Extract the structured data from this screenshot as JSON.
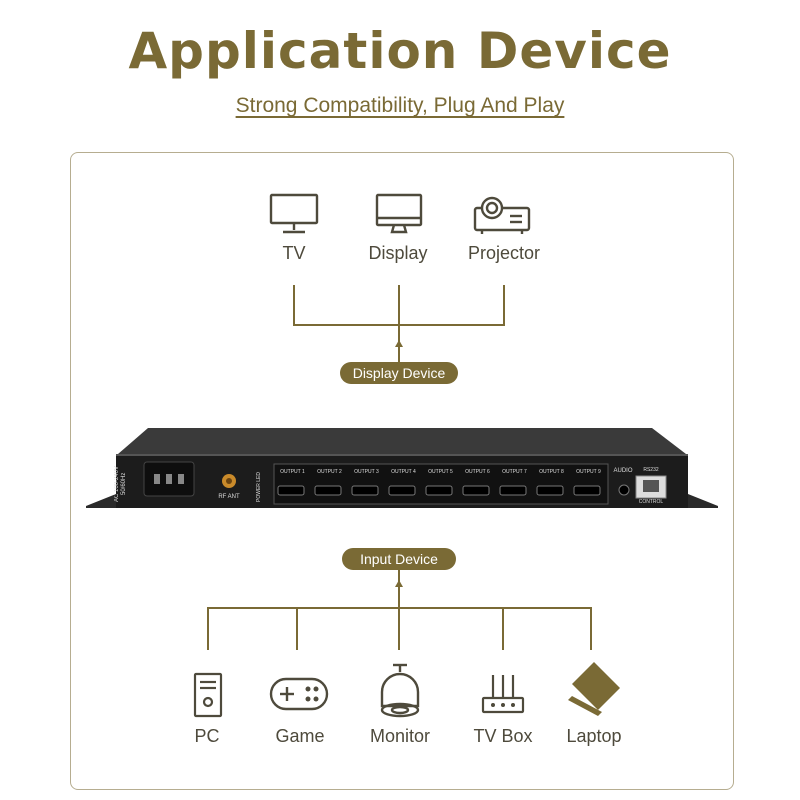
{
  "header": {
    "title": "Application Device",
    "subtitle": "Strong Compatibility, Plug And Play"
  },
  "display_group": {
    "label": "Display Device",
    "items": [
      {
        "label": "TV",
        "icon": "tv-icon"
      },
      {
        "label": "Display",
        "icon": "display-icon"
      },
      {
        "label": "Projector",
        "icon": "projector-icon"
      }
    ]
  },
  "device": {
    "power_label": "AC 100-240V 50/60Hz",
    "rf_label": "RF ANT",
    "power_led_label": "POWER LED",
    "outputs": [
      "OUTPUT 1",
      "OUTPUT 2",
      "OUTPUT 3",
      "OUTPUT 4",
      "OUTPUT 5",
      "OUTPUT 6",
      "OUTPUT 7",
      "OUTPUT 8",
      "OUTPUT 9"
    ],
    "audio_label": "AUDIO",
    "rs232_label": "RS232",
    "control_label": "CONTROL"
  },
  "input_group": {
    "label": "Input Device",
    "items": [
      {
        "label": "PC",
        "icon": "pc-icon"
      },
      {
        "label": "Game",
        "icon": "gamepad-icon"
      },
      {
        "label": "Monitor",
        "icon": "camera-icon"
      },
      {
        "label": "TV Box",
        "icon": "router-icon"
      },
      {
        "label": "Laptop",
        "icon": "laptop-icon"
      }
    ]
  },
  "colors": {
    "accent": "#7a6a35",
    "line": "#7a6a35",
    "text": "#4e4a3c",
    "device_body": "#1c1c1c"
  }
}
